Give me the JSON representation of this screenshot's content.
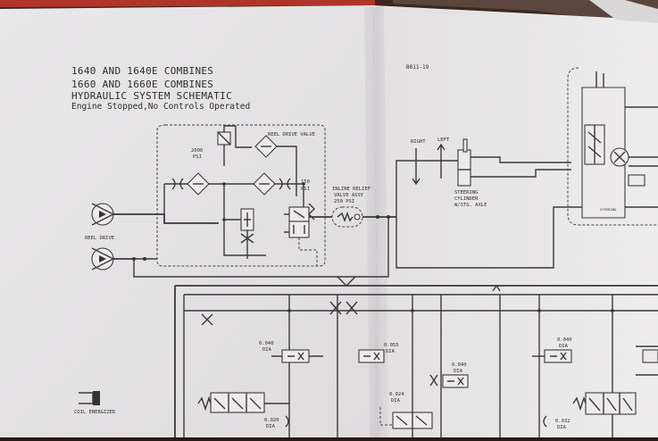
{
  "title": {
    "line1": "1640 AND 1640E COMBINES",
    "line2": "1660 AND 1660E COMBINES",
    "line3": "HYDRAULIC SYSTEM SCHEMATIC",
    "line4": "Engine Stopped,No Controls Operated"
  },
  "drawing_number": "B011-19",
  "labels": {
    "reel_drive_valve": "REEL DRIVE VALVE",
    "psi_2000_a": "2000",
    "psi_2000_b": "PSI",
    "psi_150_a": "150",
    "psi_150_b": "PSI",
    "relief_1": "INLINE RELIEF",
    "relief_2": "VALVE ASSY",
    "relief_3": "250 PSI",
    "reel_drive": "REEL DRIVE",
    "right": "RIGHT",
    "left": "LEFT",
    "steer_1": "STEERING",
    "steer_2": "CYLINDER",
    "steer_3": "W/STG. AXLE",
    "steering_small": "STEERING",
    "coil_energized": "COIL ENERGIZED",
    "orifice_1a": "0.040",
    "orifice_1b": "DIA",
    "orifice_2a": "0.055",
    "orifice_2b": "DIA",
    "orifice_3a": "0.040",
    "orifice_3b": "DIA",
    "orifice_4a": "0.040",
    "orifice_4b": "DIA",
    "orifice_5a": "0.024",
    "orifice_5b": "DIA",
    "orifice_6a": "0.020",
    "orifice_6b": "DIA",
    "orifice_7a": "0.032",
    "orifice_7b": "DIA"
  },
  "colors": {
    "paper": "#ecebeb",
    "book_edge": "#c0342a",
    "ink": "#2d2d2d"
  }
}
